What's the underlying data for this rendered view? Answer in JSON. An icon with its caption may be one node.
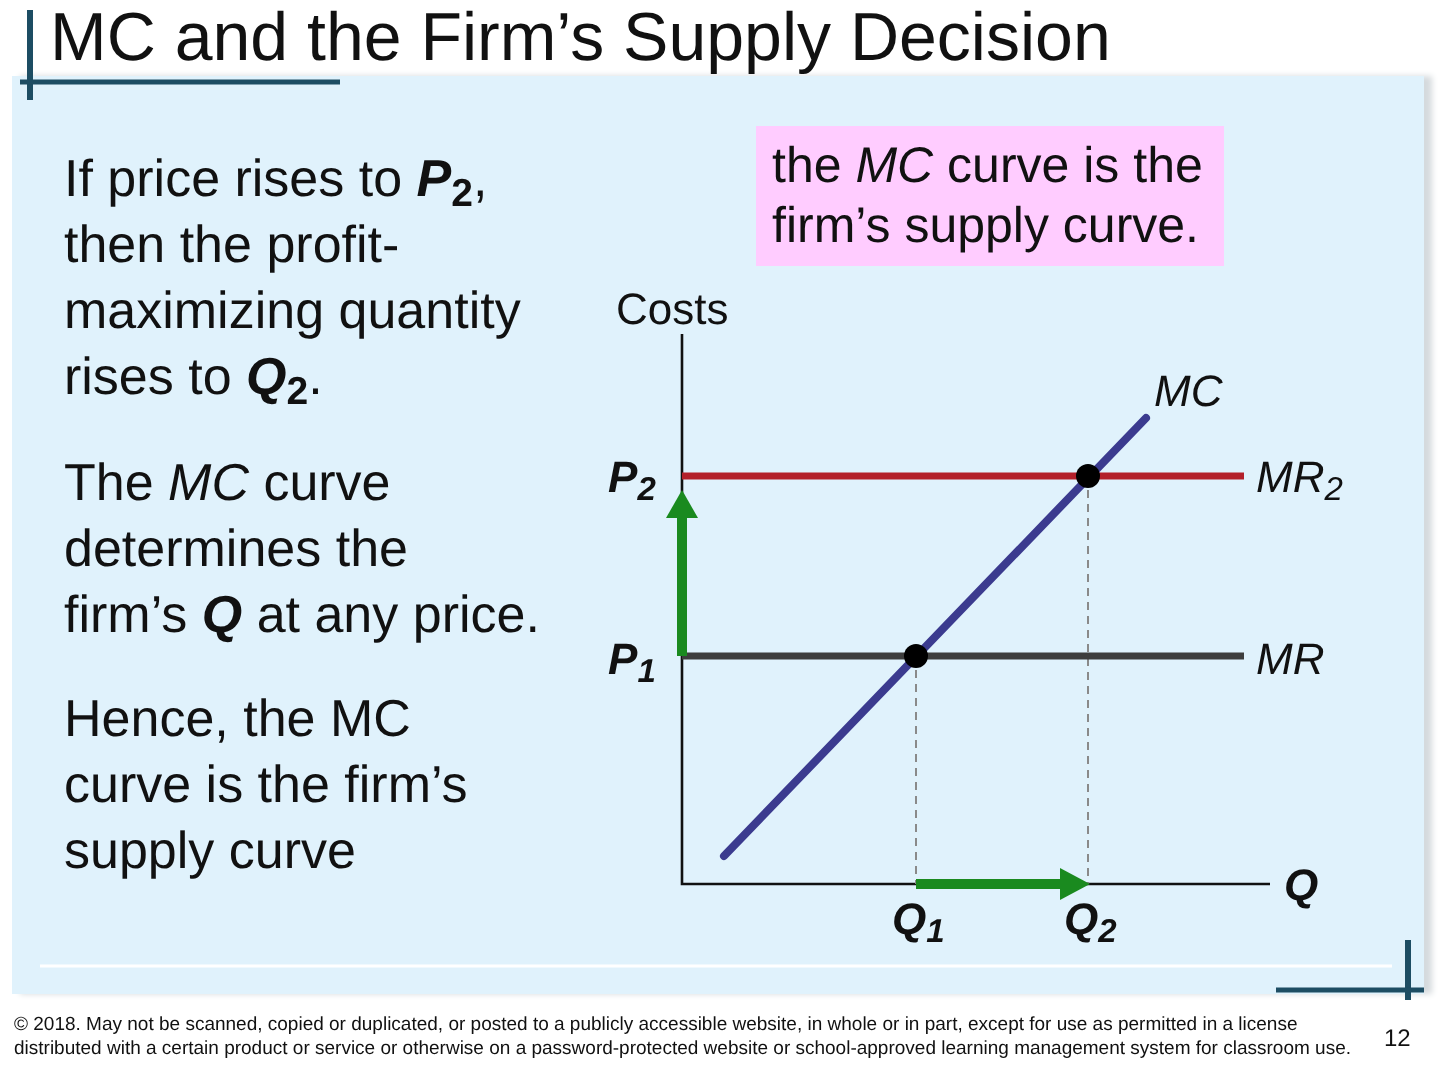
{
  "diagram": {
    "title": "MC and the Firm’s Supply Decision",
    "nodes": [
      {
        "text": [
          "the *MC* curve is the firm’s supply curve."
        ]
      }
    ],
    "labels": [
      "If price rises to **P**$_{2}$, then the profit-maximizing quantity rises to **Q**$_{2}$.",
      "The *MC* curve determines the firm’s **Q** at any price.",
      "Hence, the MC curve is the firm’s supply curve",
      "Costs",
      "MC",
      "P$_{2}$",
      "MR$_{2}$",
      "P$_{1}$",
      "MR",
      "Q$_{1}$",
      "Q$_{2}$",
      "Q",
      "© 2018. May not be scanned, copied or duplicated, or posted to a publicly accessible website, in whole or in part, except for use as permitted in a license distributed with a certain product or service or otherwise on a password-protected website or school-approved learning management system for classroom use.",
      "12"
    ]
  }
}
